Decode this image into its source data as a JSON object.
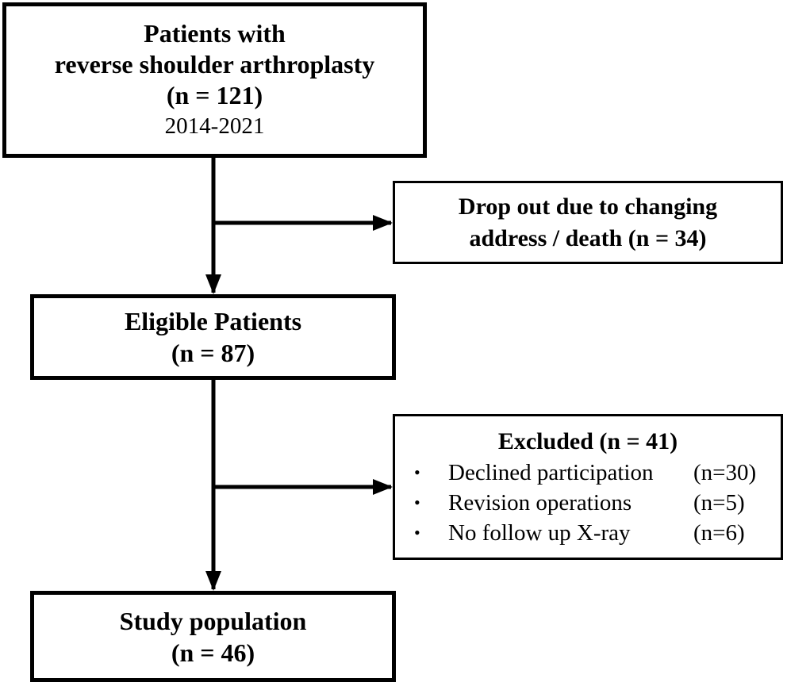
{
  "flowchart": {
    "patients": {
      "title_line1": "Patients with",
      "title_line2": "reverse shoulder arthroplasty",
      "count": "(n = 121)",
      "years": "2014-2021"
    },
    "dropout": {
      "line1": "Drop out due to changing",
      "line2": "address / death (n = 34)"
    },
    "eligible": {
      "title": "Eligible Patients",
      "count": "(n = 87)"
    },
    "excluded": {
      "title": "Excluded (n = 41)",
      "items": [
        {
          "bullet": "•",
          "label": "Declined participation",
          "count": "(n=30)"
        },
        {
          "bullet": "•",
          "label": "Revision operations",
          "count": "(n=5)"
        },
        {
          "bullet": "•",
          "label": "No follow up X-ray",
          "count": "(n=6)"
        }
      ]
    },
    "study": {
      "title": "Study population",
      "count": "(n = 46)"
    }
  },
  "colors": {
    "stroke": "#000000",
    "background": "#ffffff"
  }
}
